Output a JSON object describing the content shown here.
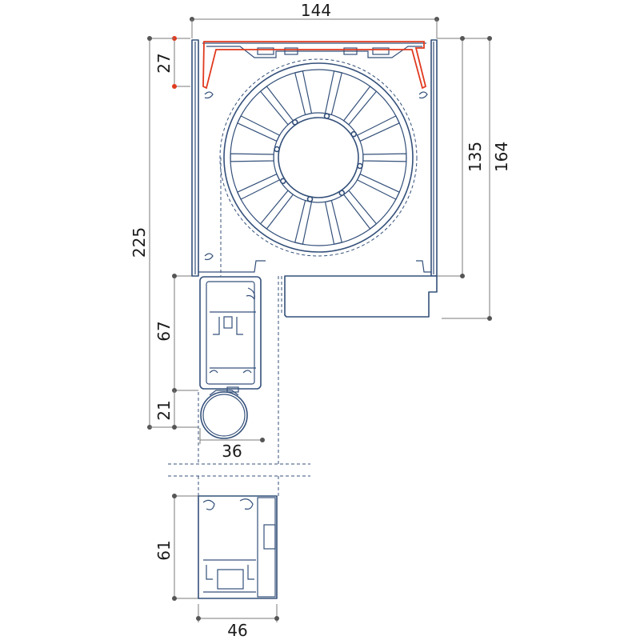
{
  "dimensions": {
    "top_width": "144",
    "cover_height": "27",
    "inner_height": "135",
    "box_height": "164",
    "total_height": "225",
    "rail_height": "67",
    "bar_height": "21",
    "rail_width": "36",
    "bottom_height": "61",
    "bottom_width": "46"
  },
  "colors": {
    "profile": "#34507a",
    "highlight": "#e03a1e",
    "dimension": "#7a7a7a"
  }
}
